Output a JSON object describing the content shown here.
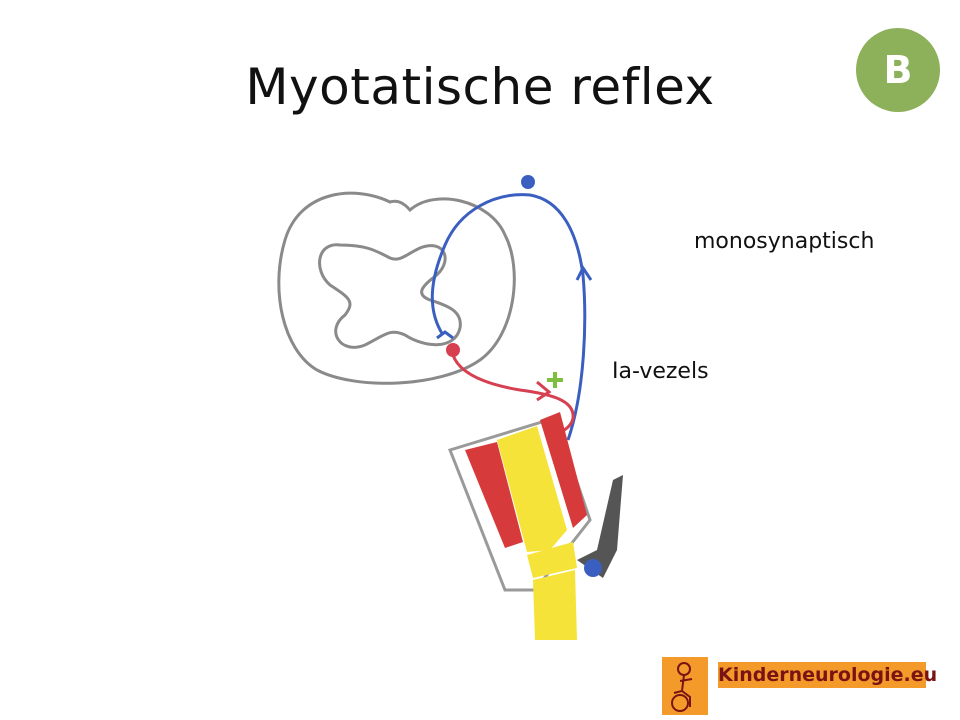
{
  "slide": {
    "title": "Myotatische reflex",
    "badge": "B"
  },
  "labels": {
    "monosynaptic": "monosynaptisch",
    "fibers": "Ia-vezels",
    "excitatory_sign": "+"
  },
  "footer": {
    "logo_text": "Kinderneurologie.eu"
  },
  "colors": {
    "badge": "#8db05a",
    "sensory_neuron": "#3b5fc0",
    "motor_neuron": "#d64050",
    "spinal_cord": "#8a8a8a",
    "muscle": "#d63a3a",
    "bone": "#f5e33a",
    "tendon": "#555555",
    "plus_sign": "#7fbf3f",
    "logo_background": "#f39a2a",
    "logo_text": "#7a1414"
  },
  "icons": {
    "logo_image": "child-figure-icon"
  }
}
